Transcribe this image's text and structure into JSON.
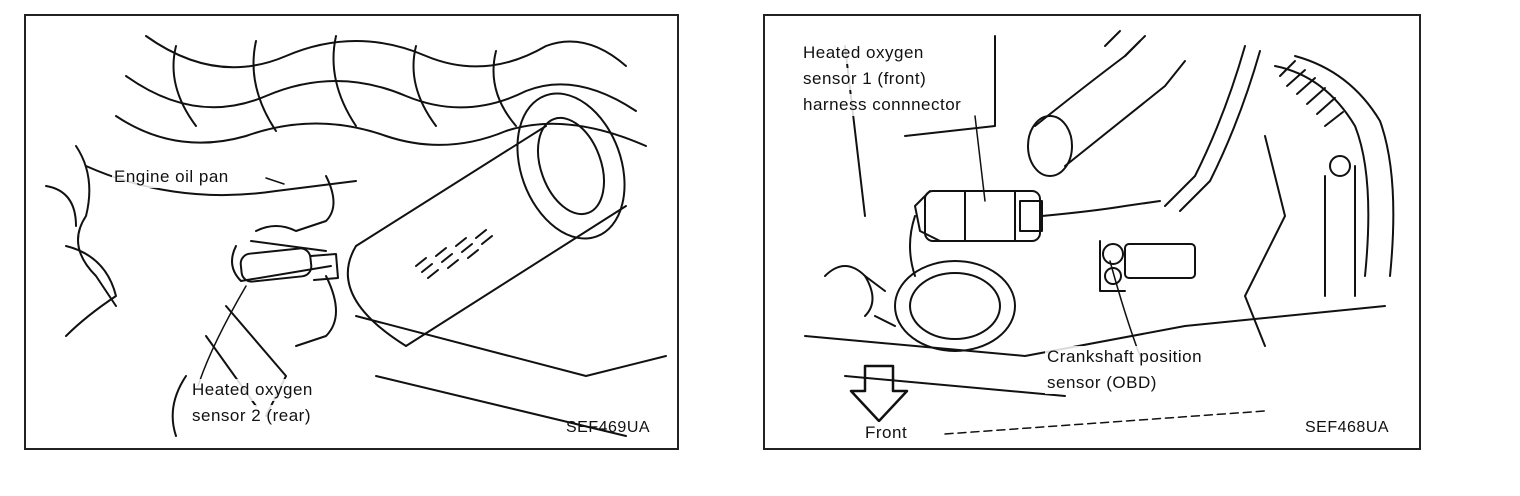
{
  "left_figure": {
    "labels": {
      "engine_oil_pan": "Engine oil pan",
      "ho2s2_line1": "Heated oxygen",
      "ho2s2_line2": "sensor 2 (rear)"
    },
    "code": "SEF469UA"
  },
  "right_figure": {
    "labels": {
      "ho2s1_line1": "Heated oxygen",
      "ho2s1_line2": "sensor 1 (front)",
      "ho2s1_line3": "harness connnector",
      "ckp_line1": "Crankshaft position",
      "ckp_line2": "sensor (OBD)",
      "front": "Front"
    },
    "code": "SEF468UA"
  },
  "colors": {
    "line": "#111111",
    "background": "#ffffff"
  }
}
